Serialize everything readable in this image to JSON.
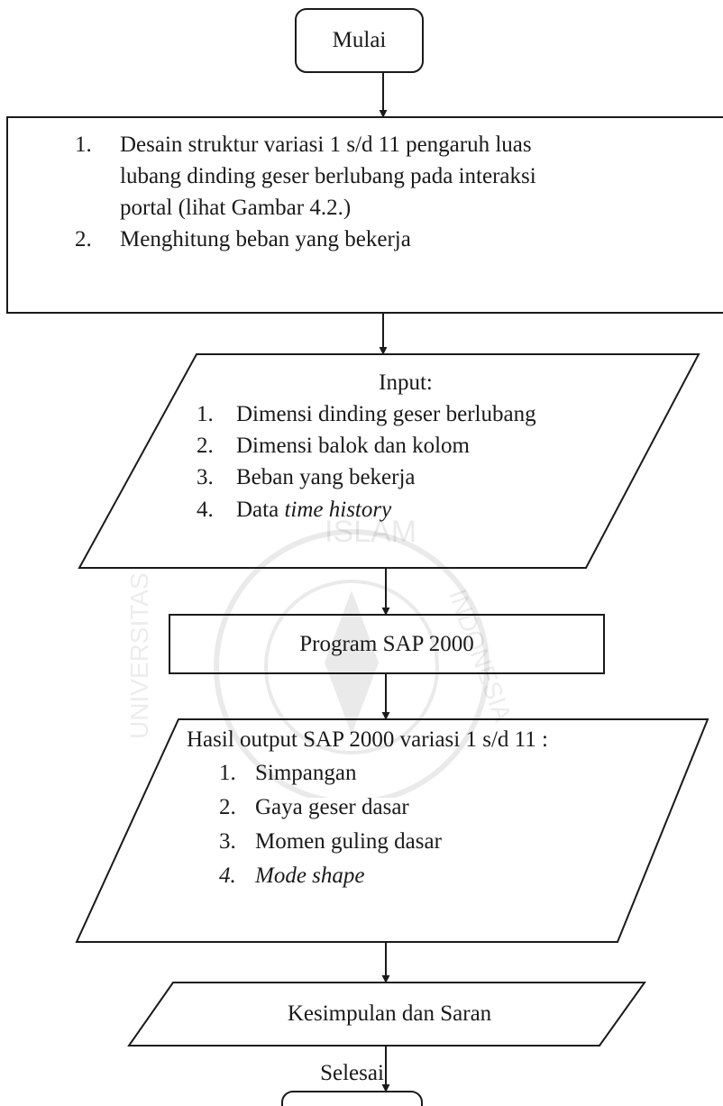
{
  "start": {
    "label": "Mulai"
  },
  "process1": {
    "items": [
      {
        "num": "1.",
        "lines": [
          "Desain struktur variasi 1 s/d 11 pengaruh luas",
          "lubang dinding geser berlubang pada interaksi",
          "portal (lihat Gambar 4.2.)"
        ]
      },
      {
        "num": "2.",
        "lines": [
          "Menghitung beban yang bekerja"
        ]
      }
    ]
  },
  "input": {
    "title": "Input:",
    "items": [
      {
        "num": "1.",
        "text": "Dimensi dinding geser berlubang"
      },
      {
        "num": "2.",
        "text": "Dimensi balok dan kolom"
      },
      {
        "num": "3.",
        "text": "Beban yang bekerja"
      },
      {
        "num": "4.",
        "text": "Data ",
        "italic": "time history"
      }
    ]
  },
  "program": {
    "label": "Program SAP 2000"
  },
  "output": {
    "title": "Hasil output SAP 2000 variasi 1 s/d 11 :",
    "items": [
      {
        "num": "1.",
        "text": "Simpangan"
      },
      {
        "num": "2.",
        "text": "Gaya geser dasar"
      },
      {
        "num": "3.",
        "text": "Momen guling dasar"
      },
      {
        "num": "4.",
        "text": "Mode shape",
        "italic_all": true
      }
    ]
  },
  "conclusion": {
    "label": "Kesimpulan dan Saran"
  },
  "end": {
    "label": "Selesai"
  },
  "watermark": {
    "text": "ISLAM",
    "side_left": "UNIVERSITAS",
    "side_right": "INDONESIA"
  },
  "colors": {
    "line": "#1a1a1a",
    "background": "#ffffff"
  }
}
